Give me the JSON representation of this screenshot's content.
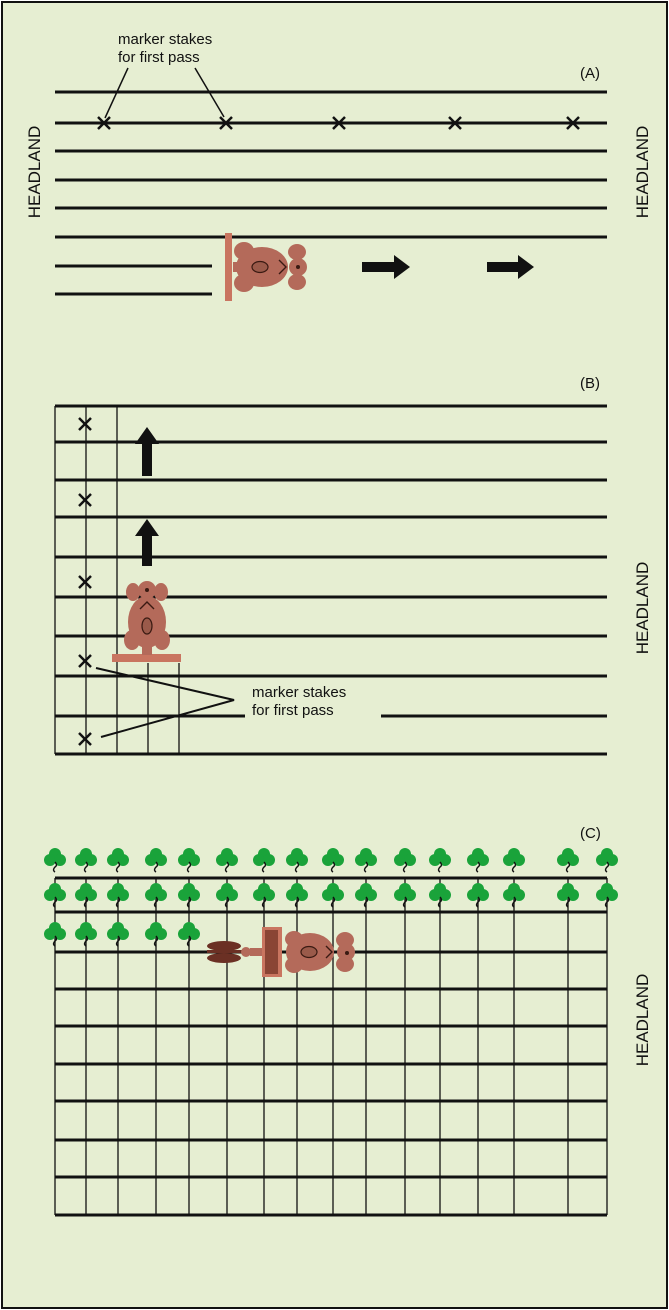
{
  "panels": {
    "a": {
      "label": "(A)",
      "headland_left": "HEADLAND",
      "headland_right": "HEADLAND",
      "callout": [
        "marker stakes",
        "for first pass"
      ]
    },
    "b": {
      "label": "(B)",
      "headland_right": "HEADLAND",
      "callout": [
        "marker stakes",
        "for first pass"
      ]
    },
    "c": {
      "label": "(C)",
      "headland_right": "HEADLAND"
    }
  },
  "colors": {
    "background": "#e6eed2",
    "line": "#111111",
    "tractor": "#b46a5a",
    "tractor_dark": "#8a4535",
    "implement": "#c97560",
    "tree": "#1aa33a"
  },
  "icons": {
    "stake": "x-mark-icon",
    "direction": "arrow-icon",
    "vehicle": "tractor-icon",
    "seedling": "tree-icon"
  }
}
